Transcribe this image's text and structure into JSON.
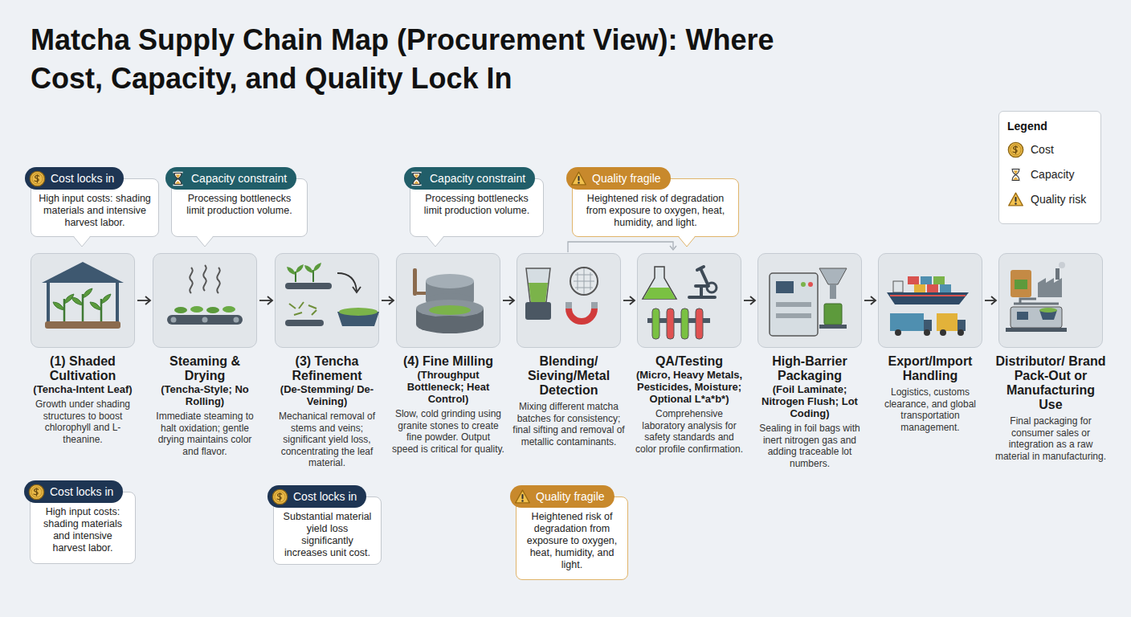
{
  "diagram": {
    "title": "Matcha Supply Chain Map (Procurement View): Where Cost, Capacity, and Quality Lock In",
    "nodes": [
      {
        "text": [
          "Cost locks in",
          "High input costs: shading materials and intensive harvest labor."
        ]
      },
      {
        "text": [
          "Capacity constraint",
          "Processing bottlenecks limit production volume."
        ]
      },
      {
        "text": [
          "Capacity constraint",
          "Processing bottlenecks limit production volume."
        ]
      },
      {
        "text": [
          "Quality fragile",
          "Heightened risk of degradation from exposure to oxygen, heat, humidity, and light."
        ]
      },
      {
        "text": [
          "(1) Shaded Cultivation",
          "(Tencha-Intent Leaf)",
          "Growth under shading structures to boost chlorophyll and L-theanine."
        ]
      },
      {
        "text": [
          "Steaming & Drying",
          "(Tencha-Style; No Rolling)",
          "Immediate steaming to halt oxidation; gentle drying maintains color and flavor."
        ]
      },
      {
        "text": [
          "(3) Tencha Refinement",
          "(De-Stemming/ De-Veining)",
          "Mechanical removal of stems and veins; significant yield loss, concentrating the leaf material."
        ]
      },
      {
        "text": [
          "(4) Fine Milling",
          "(Throughput Bottleneck; Heat Control)",
          "Slow, cold grinding using granite stones to create fine powder. Output speed is critical for quality."
        ]
      },
      {
        "text": [
          "Blending/ Sieving/Metal Detection",
          "Mixing different matcha batches for consistency; final sifting and removal of metallic contaminants."
        ]
      },
      {
        "text": [
          "QA/Testing",
          "(Micro, Heavy Metals, Pesticides, Moisture; Optional L*a*b*)",
          "Comprehensive laboratory analysis for safety standards and color profile confirmation."
        ]
      },
      {
        "text": [
          "High-Barrier Packaging",
          "(Foil Laminate; Nitrogen Flush; Lot Coding)",
          "Sealing in foil bags with inert nitrogen gas and adding traceable lot numbers."
        ]
      },
      {
        "text": [
          "Export/Import Handling",
          "Logistics, customs clearance, and global transportation management."
        ]
      },
      {
        "text": [
          "Distributor/ Brand Pack-Out or Manufacturing Use",
          "Final packaging for consumer sales or integration as a raw material in manufacturing."
        ]
      },
      {
        "text": [
          "Cost locks in",
          "High input costs: shading materials and intensive harvest labor."
        ]
      },
      {
        "text": [
          "Cost locks in",
          "Substantial material yield loss significantly increases unit cost."
        ]
      },
      {
        "text": [
          "Quality fragile",
          "Heightened risk of degradation from exposure to oxygen, heat, humidity, and light."
        ]
      }
    ],
    "edges": [
      {
        "from": 4,
        "to": 5,
        "arrow": "to"
      },
      {
        "from": 5,
        "to": 6,
        "arrow": "to"
      },
      {
        "from": 6,
        "to": 7,
        "arrow": "to"
      },
      {
        "from": 7,
        "to": 8,
        "arrow": "to"
      },
      {
        "from": 8,
        "to": 9,
        "arrow": "to"
      },
      {
        "from": 9,
        "to": 10,
        "arrow": "to"
      },
      {
        "from": 10,
        "to": 11,
        "arrow": "to"
      },
      {
        "from": 11,
        "to": 12,
        "arrow": "to"
      }
    ],
    "labels": [
      "Legend"
    ],
    "legend": [
      {
        "text": "Cost"
      },
      {
        "text": "Capacity"
      },
      {
        "text": "Quality risk"
      }
    ]
  }
}
